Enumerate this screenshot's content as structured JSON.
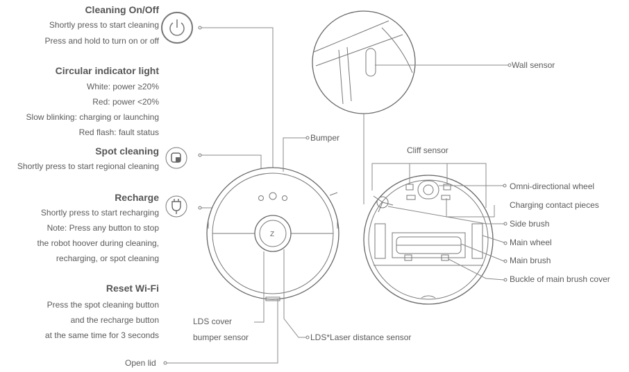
{
  "left_panel": {
    "cleaning": {
      "title": "Cleaning On/Off",
      "line1": "Shortly press to start cleaning",
      "line2": "Press and hold to turn on or off"
    },
    "indicator": {
      "title": "Circular indicator light",
      "line1": "White: power ≥20%",
      "line2": "Red: power <20%",
      "line3": "Slow blinking: charging or launching",
      "line4": "Red flash: fault status"
    },
    "spot": {
      "title": "Spot cleaning",
      "line1": "Shortly press to start regional cleaning"
    },
    "recharge": {
      "title": "Recharge",
      "line1": "Shortly press to start recharging",
      "line2": "Note: Press any button to stop",
      "line3": "the robot hoover during cleaning,",
      "line4": "recharging, or spot cleaning"
    },
    "wifi": {
      "title": "Reset Wi-Fi",
      "line1": "Press the spot cleaning button",
      "line2": "and the recharge button",
      "line3": "at the same time for 3 seconds"
    }
  },
  "top_view_labels": {
    "bumper": "Bumper",
    "lds_cover": "LDS cover",
    "bumper_sensor": "bumper sensor",
    "lds": "LDS*Laser distance sensor",
    "open_lid": "Open lid"
  },
  "bottom_view_labels": {
    "wall_sensor": "Wall  sensor",
    "cliff_sensor": "Cliff sensor",
    "omni_wheel": "Omni-directional wheel",
    "charging_contacts": "Charging contact pieces",
    "side_brush": "Side brush",
    "main_wheel": "Main wheel",
    "main_brush": "Main brush",
    "buckle": "Buckle of main brush cover"
  },
  "icons": {
    "power": "power-icon",
    "spot": "spot-cleaning-icon",
    "recharge": "plug-icon"
  }
}
